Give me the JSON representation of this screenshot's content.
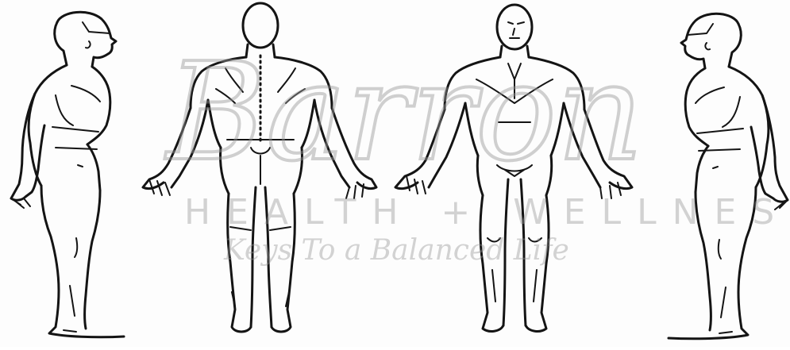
{
  "watermark": {
    "brand_script": "Barron",
    "subtitle": "HEALTH + WELLNESS",
    "tagline": "Keys To a Balanced Life",
    "color": "#9a9a9a"
  },
  "figures": [
    {
      "view": "left-side-view"
    },
    {
      "view": "back-view"
    },
    {
      "view": "front-view"
    },
    {
      "view": "right-side-view"
    }
  ],
  "colors": {
    "line": "#111111",
    "background": "#fdfdfd"
  }
}
